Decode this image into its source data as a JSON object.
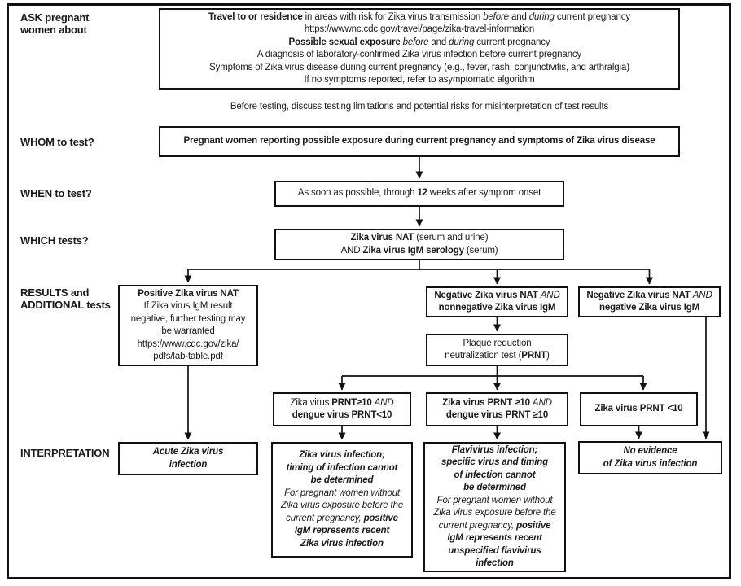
{
  "figure": {
    "type": "flowchart",
    "subject": "Zika virus testing algorithm for symptomatic pregnant women",
    "colors": {
      "ink": "#1a1a1a",
      "border": "#111111",
      "background": "#ffffff"
    }
  },
  "labels": {
    "ask": {
      "lines": [
        "ASK pregnant",
        "women about"
      ]
    },
    "whom": "WHOM to test?",
    "when": "WHEN to test?",
    "which": "WHICH tests?",
    "results": {
      "lines": [
        "RESULTS and",
        "ADDITIONAL tests"
      ]
    },
    "interpretation": "INTERPRETATION"
  },
  "nodes": {
    "ask": {
      "lines": [
        [
          {
            "t": "Travel to or residence",
            "s": "b"
          },
          {
            "t": " in areas with risk for Zika virus transmission ",
            "s": "n"
          },
          {
            "t": "before",
            "s": "i"
          },
          {
            "t": " and ",
            "s": "n"
          },
          {
            "t": "during",
            "s": "i"
          },
          {
            "t": " current pregnancy",
            "s": "n"
          }
        ],
        [
          {
            "t": "https://wwwnc.cdc.gov/travel/page/zika-travel-information",
            "s": "n"
          }
        ],
        [
          {
            "t": "Possible sexual exposure",
            "s": "b"
          },
          {
            "t": " ",
            "s": "n"
          },
          {
            "t": "before",
            "s": "i"
          },
          {
            "t": " and ",
            "s": "n"
          },
          {
            "t": "during",
            "s": "i"
          },
          {
            "t": " current pregnancy",
            "s": "n"
          }
        ],
        [
          {
            "t": "A diagnosis of laboratory-confirmed Zika virus infection before current pregnancy",
            "s": "n"
          }
        ],
        [
          {
            "t": "Symptoms of Zika virus disease during current pregnancy (e.g., fever, rash, conjunctivitis, and arthralgia)",
            "s": "n"
          }
        ],
        [
          {
            "t": "If no symptoms reported, refer to asymptomatic algorithm",
            "s": "n"
          }
        ]
      ]
    },
    "pretest_note": {
      "lines": [
        [
          {
            "t": "Before testing, discuss testing limitations and potential risks for misinterpretation of test results",
            "s": "n"
          }
        ]
      ]
    },
    "whom": {
      "lines": [
        [
          {
            "t": "Pregnant women reporting possible exposure during current pregnancy and symptoms of Zika virus disease",
            "s": "b"
          }
        ]
      ]
    },
    "when": {
      "lines": [
        [
          {
            "t": "As soon as possible, through ",
            "s": "n"
          },
          {
            "t": "12",
            "s": "b"
          },
          {
            "t": " weeks after symptom onset",
            "s": "n"
          }
        ]
      ]
    },
    "which": {
      "lines": [
        [
          {
            "t": "Zika virus NAT",
            "s": "b"
          },
          {
            "t": " (serum and urine)",
            "s": "n"
          }
        ],
        [
          {
            "t": "AND ",
            "s": "n"
          },
          {
            "t": "Zika virus IgM serology",
            "s": "b"
          },
          {
            "t": " (serum)",
            "s": "n"
          }
        ]
      ]
    },
    "result_positive_nat": {
      "lines": [
        [
          {
            "t": "Positive Zika virus NAT",
            "s": "b"
          }
        ],
        [
          {
            "t": "If Zika virus IgM result",
            "s": "n"
          }
        ],
        [
          {
            "t": "negative, further testing may",
            "s": "n"
          }
        ],
        [
          {
            "t": "be warranted",
            "s": "n"
          }
        ],
        [
          {
            "t": "https://www.cdc.gov/zika/",
            "s": "n"
          }
        ],
        [
          {
            "t": "pdfs/lab-table.pdf",
            "s": "n"
          }
        ]
      ]
    },
    "result_neg_nat_nonneg_igm": {
      "lines": [
        [
          {
            "t": "Negative Zika virus NAT ",
            "s": "b"
          },
          {
            "t": "AND",
            "s": "i"
          }
        ],
        [
          {
            "t": "nonnegative Zika virus IgM",
            "s": "b"
          }
        ]
      ]
    },
    "result_neg_nat_neg_igm": {
      "lines": [
        [
          {
            "t": "Negative Zika virus NAT ",
            "s": "b"
          },
          {
            "t": "AND",
            "s": "i"
          }
        ],
        [
          {
            "t": "negative Zika virus IgM",
            "s": "b"
          }
        ]
      ]
    },
    "prnt": {
      "lines": [
        [
          {
            "t": "Plaque reduction",
            "s": "n"
          }
        ],
        [
          {
            "t": "neutralization test (",
            "s": "n"
          },
          {
            "t": "PRNT",
            "s": "b"
          },
          {
            "t": ")",
            "s": "n"
          }
        ]
      ]
    },
    "prnt_zika_ge10_dengue_lt10": {
      "lines": [
        [
          {
            "t": "Zika virus ",
            "s": "n"
          },
          {
            "t": "PRNT≥10 ",
            "s": "b"
          },
          {
            "t": "AND",
            "s": "i"
          }
        ],
        [
          {
            "t": "dengue virus PRNT<10",
            "s": "b"
          }
        ]
      ]
    },
    "prnt_zika_ge10_dengue_ge10": {
      "lines": [
        [
          {
            "t": "Zika virus PRNT ≥10 ",
            "s": "b"
          },
          {
            "t": "AND",
            "s": "i"
          }
        ],
        [
          {
            "t": "dengue virus PRNT ≥10",
            "s": "b"
          }
        ]
      ]
    },
    "prnt_zika_lt10": {
      "lines": [
        [
          {
            "t": "Zika virus PRNT <10",
            "s": "b"
          }
        ]
      ]
    },
    "interp_acute": {
      "lines": [
        [
          {
            "t": "Acute Zika virus",
            "s": "bi"
          }
        ],
        [
          {
            "t": "infection",
            "s": "bi"
          }
        ]
      ]
    },
    "interp_zika": {
      "lines": [
        [
          {
            "t": "Zika virus infection;",
            "s": "bi"
          }
        ],
        [
          {
            "t": "timing of infection cannot",
            "s": "bi"
          }
        ],
        [
          {
            "t": "be determined",
            "s": "bi"
          }
        ],
        [
          {
            "t": "For pregnant women without",
            "s": "i"
          }
        ],
        [
          {
            "t": "Zika virus exposure before the",
            "s": "i"
          }
        ],
        [
          {
            "t": "current pregnancy, ",
            "s": "i"
          },
          {
            "t": "positive",
            "s": "bi"
          }
        ],
        [
          {
            "t": "IgM represents recent",
            "s": "bi"
          }
        ],
        [
          {
            "t": "Zika virus infection",
            "s": "bi"
          }
        ]
      ]
    },
    "interp_flavivirus": {
      "lines": [
        [
          {
            "t": "Flavivirus infection;",
            "s": "bi"
          }
        ],
        [
          {
            "t": "specific virus and timing",
            "s": "bi"
          }
        ],
        [
          {
            "t": "of infection cannot",
            "s": "bi"
          }
        ],
        [
          {
            "t": "be determined",
            "s": "bi"
          }
        ],
        [
          {
            "t": "For pregnant women without",
            "s": "i"
          }
        ],
        [
          {
            "t": "Zika virus exposure before the",
            "s": "i"
          }
        ],
        [
          {
            "t": "current pregnancy, ",
            "s": "i"
          },
          {
            "t": "positive",
            "s": "bi"
          }
        ],
        [
          {
            "t": "IgM represents recent",
            "s": "bi"
          }
        ],
        [
          {
            "t": "unspecified flavivirus",
            "s": "bi"
          }
        ],
        [
          {
            "t": "infection",
            "s": "bi"
          }
        ]
      ]
    },
    "interp_no_evidence": {
      "lines": [
        [
          {
            "t": "No evidence",
            "s": "bi"
          }
        ],
        [
          {
            "t": "of Zika virus infection",
            "s": "bi"
          }
        ]
      ]
    }
  }
}
